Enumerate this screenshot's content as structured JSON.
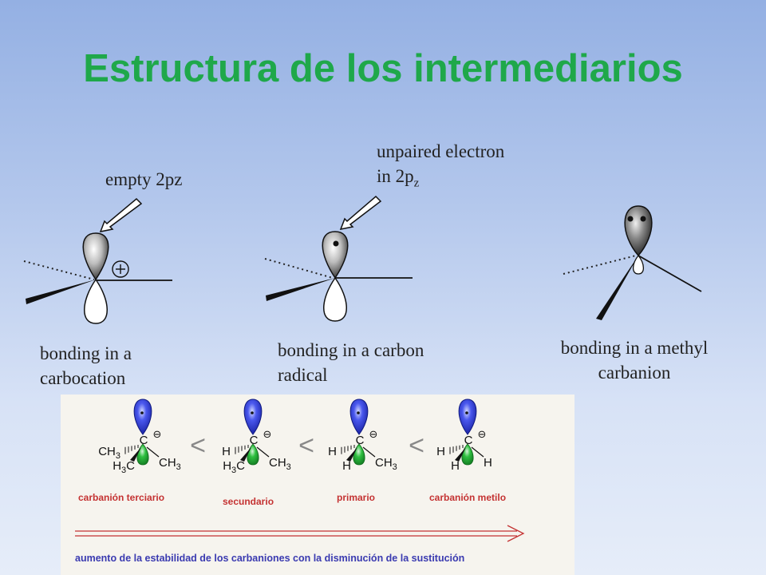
{
  "title": "Estructura de los intermediarios",
  "colors": {
    "title": "#1fa84a",
    "red_label": "#c43232",
    "blue_text": "#3a3ab0",
    "blue_lobe": "#2535d8",
    "green_lobe": "#27b33a"
  },
  "diagrams": {
    "carbocation": {
      "annotation": "empty 2pz",
      "symbol": "+",
      "caption_line1": "bonding in a",
      "caption_line2": "carbocation"
    },
    "radical": {
      "annotation_line1": "unpaired electron",
      "annotation_line2_base": "in 2p",
      "annotation_line2_sub": "z",
      "caption_line1": "bonding in a carbon",
      "caption_line2": "radical"
    },
    "carbanion": {
      "caption_line1": "bonding in a methyl",
      "caption_line2": "carbanion"
    }
  },
  "panel": {
    "comparator": "<",
    "molecules": [
      {
        "center": "C",
        "charge": "⊖",
        "left_top": "CH3",
        "left_bottom": "H3C",
        "right": "CH3",
        "label": "carbanión terciario"
      },
      {
        "center": "C",
        "charge": "⊖",
        "left_top": "H",
        "left_bottom": "H3C",
        "right": "CH3",
        "label": "secundario"
      },
      {
        "center": "C",
        "charge": "⊖",
        "left_top": "H",
        "left_bottom": "H",
        "right": "CH3",
        "label": "primario"
      },
      {
        "center": "C",
        "charge": "⊖",
        "left_top": "H",
        "left_bottom": "H",
        "right": "H",
        "label": "carbanión metilo"
      }
    ],
    "stability_text": "aumento de la estabilidad de los carbaniones con la disminución de la sustitución"
  }
}
